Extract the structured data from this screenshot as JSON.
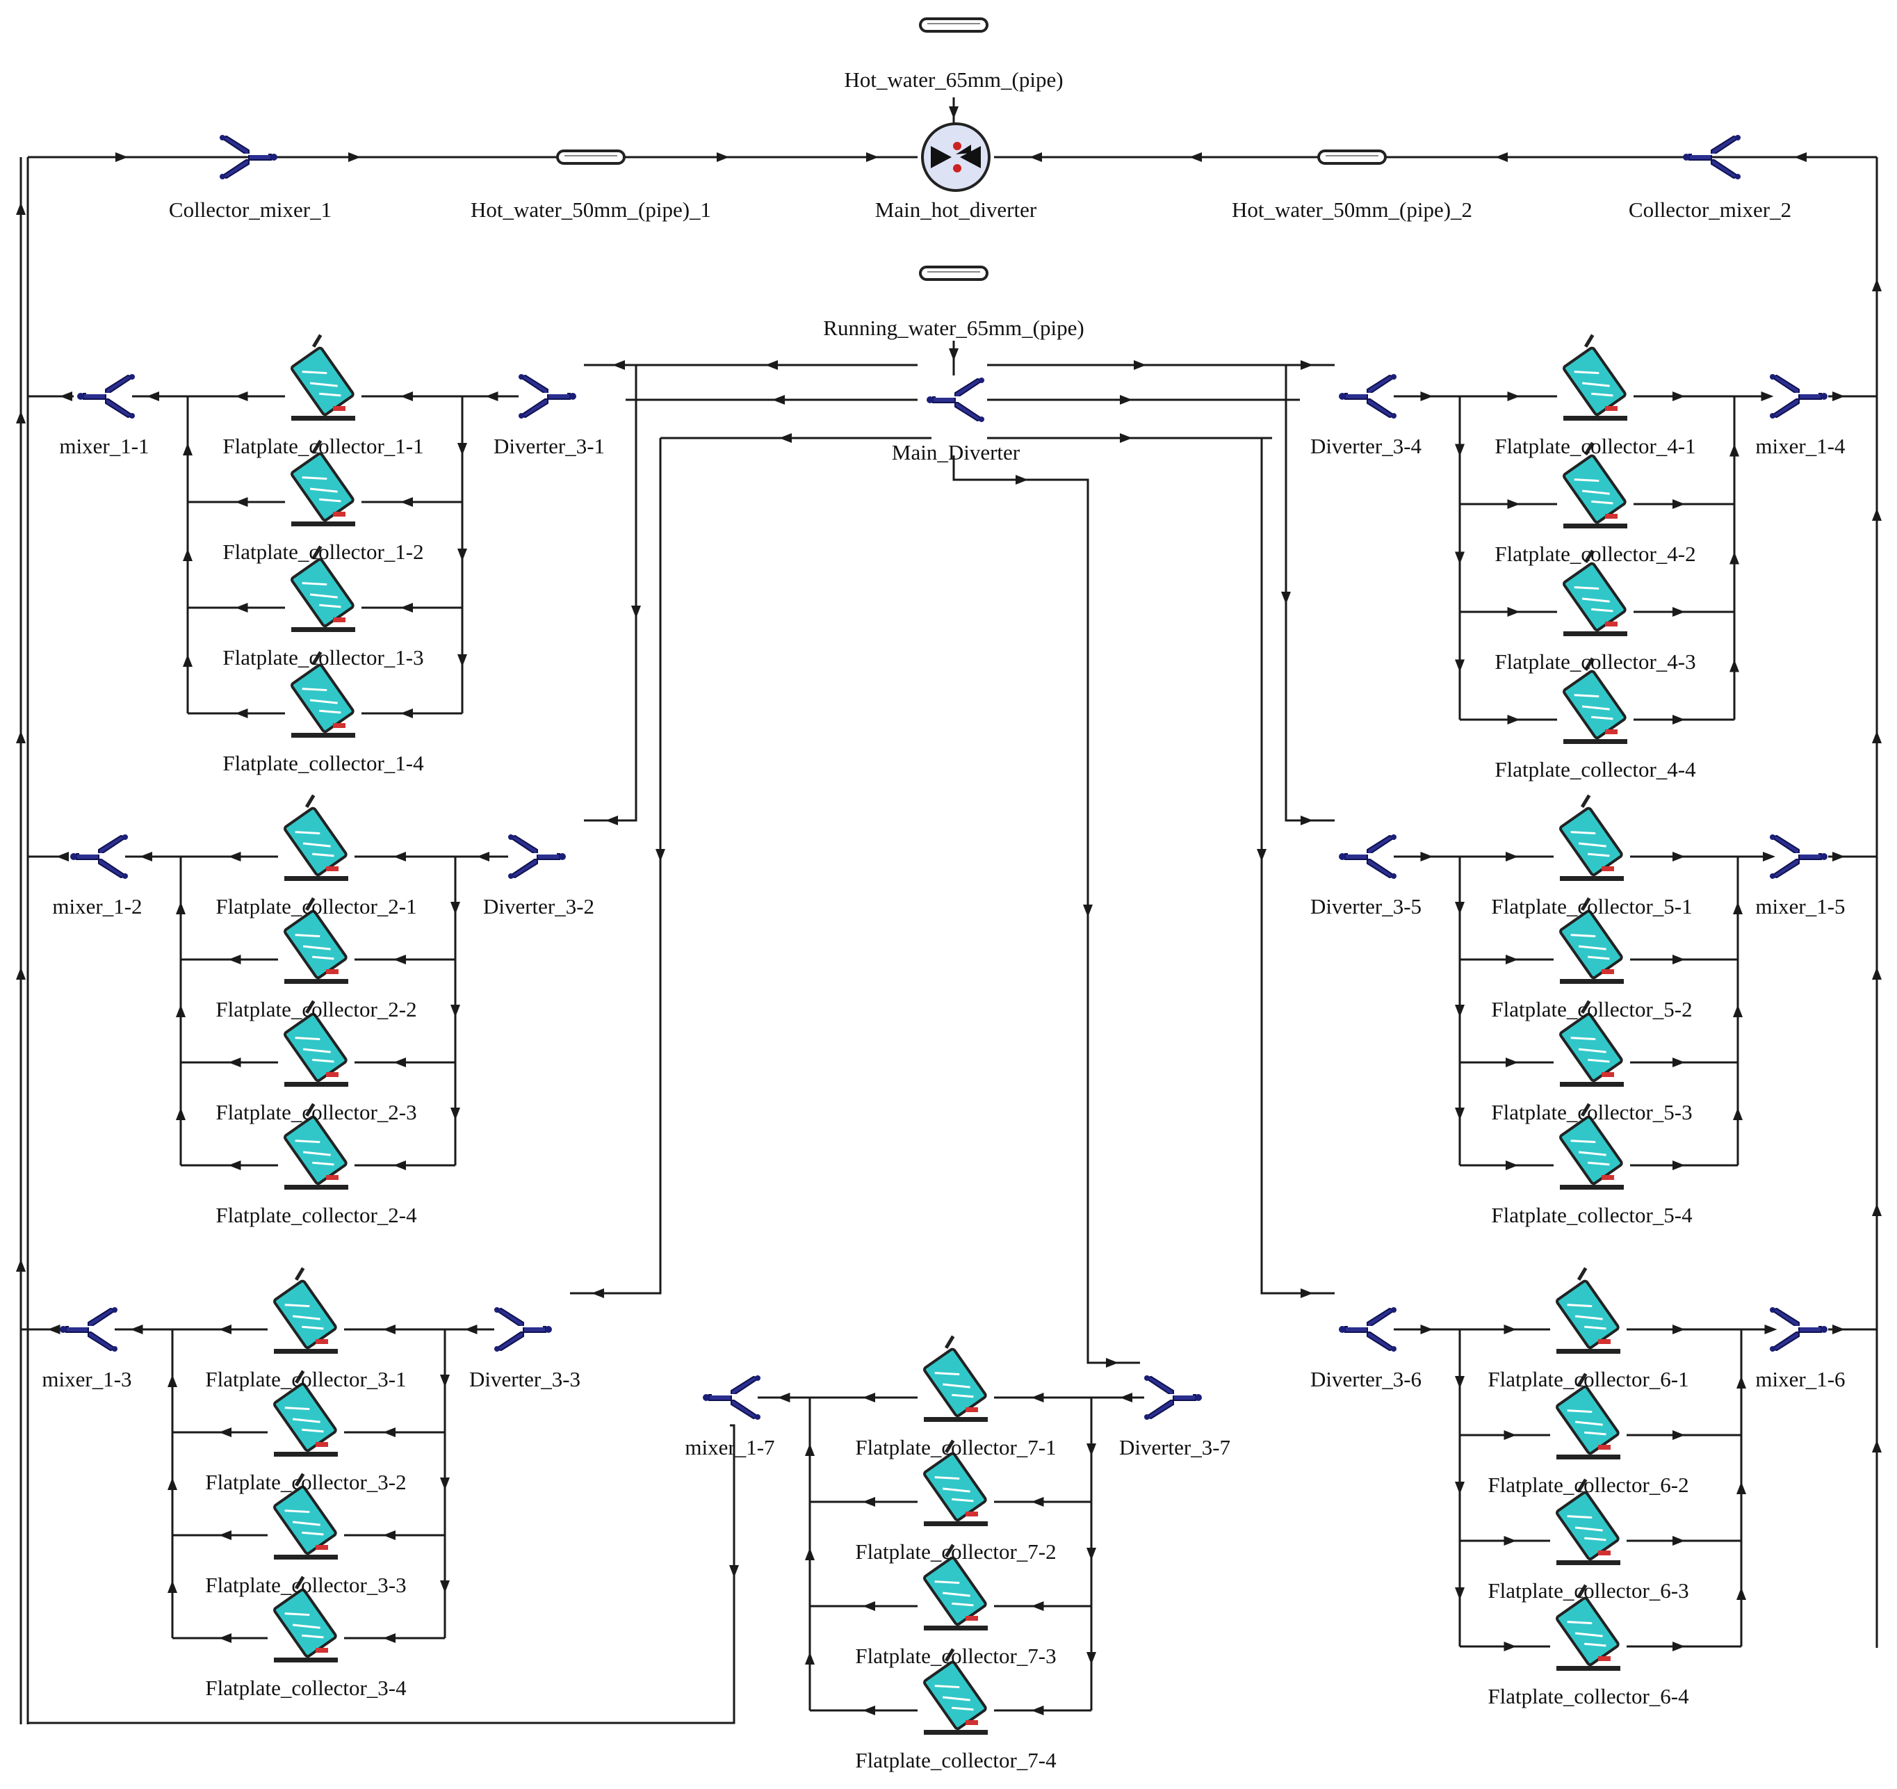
{
  "colors": {
    "line": "#1a1a1a",
    "mixer_body": "#2b2f8f",
    "mixer_tip": "#1b1f77",
    "collector_glass": "#31c7c9",
    "collector_frame": "#222222",
    "collector_tag": "#d23131",
    "diverter_red": "#cc2222"
  },
  "icons": {
    "mixer": "y-splitter-icon",
    "collector": "flatplate-collector-icon",
    "pipe": "pipe-icon",
    "hot_diverter": "valve-diverter-icon"
  },
  "top": {
    "hot_pipe_65": "Hot_water_65mm_(pipe)",
    "collector_mixer_1": "Collector_mixer_1",
    "hot_pipe_50_1": "Hot_water_50mm_(pipe)_1",
    "main_hot_diverter": "Main_hot_diverter",
    "hot_pipe_50_2": "Hot_water_50mm_(pipe)_2",
    "collector_mixer_2": "Collector_mixer_2",
    "running_water_pipe": "Running_water_65mm_(pipe)",
    "main_diverter": "Main_Diverter"
  },
  "blocks": [
    {
      "id": "1",
      "mixer": "mixer_1-1",
      "diverter": "Diverter_3-1",
      "collectors": [
        "Flatplate_collector_1-1",
        "Flatplate_collector_1-2",
        "Flatplate_collector_1-3",
        "Flatplate_collector_1-4"
      ]
    },
    {
      "id": "2",
      "mixer": "mixer_1-2",
      "diverter": "Diverter_3-2",
      "collectors": [
        "Flatplate_collector_2-1",
        "Flatplate_collector_2-2",
        "Flatplate_collector_2-3",
        "Flatplate_collector_2-4"
      ]
    },
    {
      "id": "3",
      "mixer": "mixer_1-3",
      "diverter": "Diverter_3-3",
      "collectors": [
        "Flatplate_collector_3-1",
        "Flatplate_collector_3-2",
        "Flatplate_collector_3-3",
        "Flatplate_collector_3-4"
      ]
    },
    {
      "id": "4",
      "mixer": "mixer_1-4",
      "diverter": "Diverter_3-4",
      "collectors": [
        "Flatplate_collector_4-1",
        "Flatplate_collector_4-2",
        "Flatplate_collector_4-3",
        "Flatplate_collector_4-4"
      ]
    },
    {
      "id": "5",
      "mixer": "mixer_1-5",
      "diverter": "Diverter_3-5",
      "collectors": [
        "Flatplate_collector_5-1",
        "Flatplate_collector_5-2",
        "Flatplate_collector_5-3",
        "Flatplate_collector_5-4"
      ]
    },
    {
      "id": "6",
      "mixer": "mixer_1-6",
      "diverter": "Diverter_3-6",
      "collectors": [
        "Flatplate_collector_6-1",
        "Flatplate_collector_6-2",
        "Flatplate_collector_6-3",
        "Flatplate_collector_6-4"
      ]
    },
    {
      "id": "7",
      "mixer": "mixer_1-7",
      "diverter": "Diverter_3-7",
      "collectors": [
        "Flatplate_collector_7-1",
        "Flatplate_collector_7-2",
        "Flatplate_collector_7-3",
        "Flatplate_collector_7-4"
      ]
    }
  ]
}
